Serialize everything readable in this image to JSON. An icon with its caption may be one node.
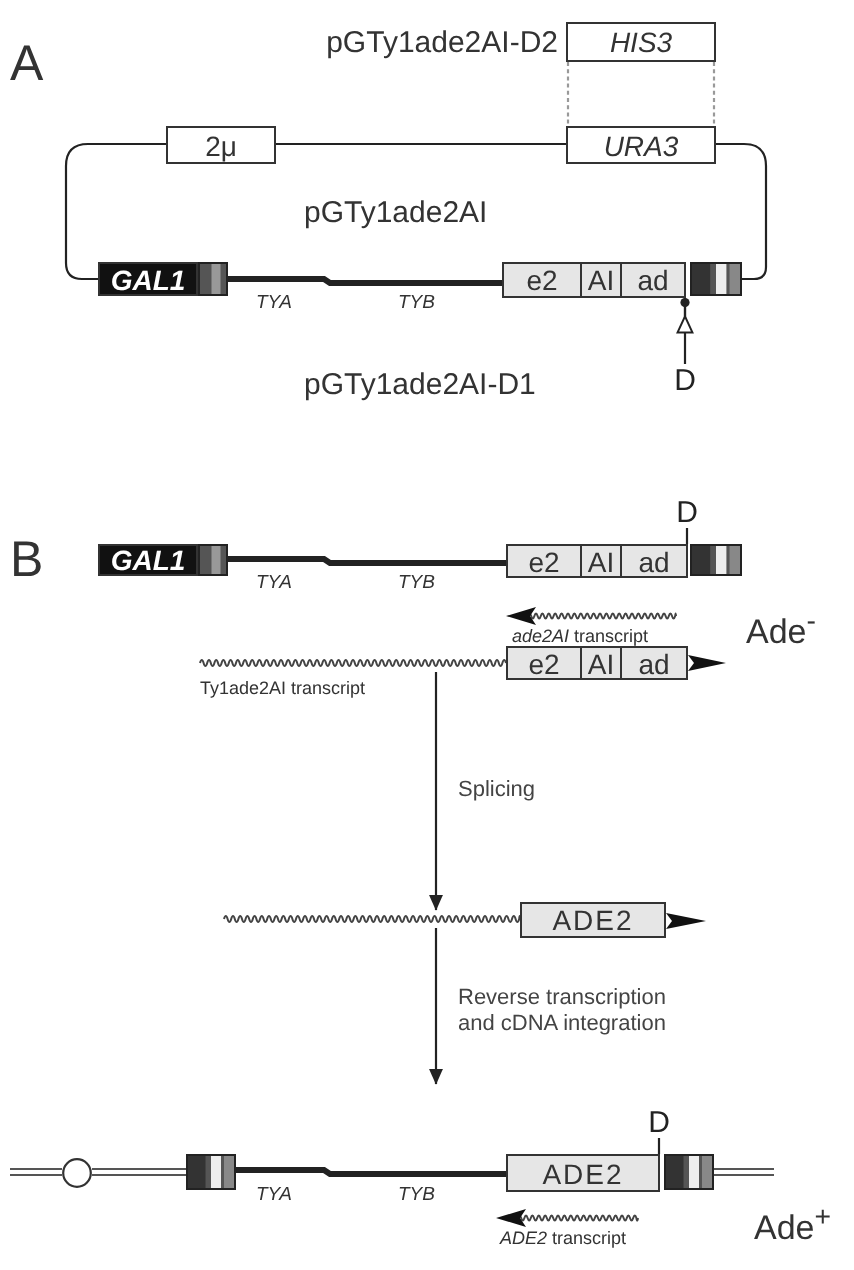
{
  "diagram": {
    "nodes": [
      {
        "text": [
          "HIS3"
        ]
      },
      {
        "text": [
          "2μ"
        ]
      },
      {
        "text": [
          "URA3"
        ]
      },
      {
        "text": [
          "GAL1"
        ]
      },
      {
        "text": [],
        "shape": "box"
      },
      {
        "text": [
          "e2"
        ]
      },
      {
        "text": [
          "AI"
        ]
      },
      {
        "text": [
          "ad"
        ]
      },
      {
        "text": [],
        "shape": "box"
      },
      {
        "text": [
          "D"
        ]
      },
      {
        "text": [
          "D"
        ]
      },
      {
        "text": [
          "GAL1"
        ]
      },
      {
        "text": [],
        "shape": "box"
      },
      {
        "text": [
          "e2"
        ]
      },
      {
        "text": [
          "AI"
        ]
      },
      {
        "text": [
          "ad"
        ]
      },
      {
        "text": [],
        "shape": "box"
      },
      {
        "text": [],
        "shape": "wave",
        "beside": [
          "Ty1ade2AI transcript"
        ]
      },
      {
        "text": [
          "e2"
        ]
      },
      {
        "text": [
          "AI"
        ]
      },
      {
        "text": [
          "ad"
        ]
      },
      {
        "text": [],
        "shape": "wave"
      },
      {
        "text": [
          "ADE2"
        ]
      },
      {
        "text": [
          "D"
        ]
      },
      {
        "text": [],
        "shape": "circle"
      },
      {
        "text": [],
        "shape": "box"
      },
      {
        "text": [
          "ADE2"
        ]
      },
      {
        "text": [],
        "shape": "box"
      }
    ],
    "edges": [
      {
        "from": 0,
        "to": 2,
        "arrow": "none",
        "style": "dashed",
        "color": "#999999"
      },
      {
        "from": 0,
        "to": 2,
        "arrow": "none",
        "style": "dashed",
        "color": "#999999"
      },
      {
        "from": 1,
        "to": 2,
        "arrow": "none"
      },
      {
        "from": 1,
        "to": 3,
        "arrow": "none"
      },
      {
        "from": 2,
        "to": 8,
        "arrow": "none"
      },
      {
        "from": 4,
        "to": 5,
        "arrow": "none",
        "style": "thick"
      },
      {
        "from": 9,
        "to": 7,
        "arrow": "to"
      },
      {
        "from": 10,
        "to": 15,
        "arrow": "none"
      },
      {
        "from": 12,
        "to": 13,
        "arrow": "none",
        "style": "thick"
      },
      {
        "from": 17,
        "to": 21,
        "arrow": "to",
        "label": "Splicing"
      },
      {
        "from": 21,
        "to": null,
        "arrow": "to",
        "label": "Reverse transcription and cDNA integration"
      },
      {
        "from": 23,
        "to": 26,
        "arrow": "none"
      },
      {
        "from": null,
        "to": 24,
        "arrow": "none"
      },
      {
        "from": 24,
        "to": 25,
        "arrow": "none"
      },
      {
        "from": 25,
        "to": 26,
        "arrow": "none",
        "style": "thick"
      },
      {
        "from": 27,
        "to": null,
        "arrow": "none"
      }
    ],
    "labels": [
      "A",
      "pGTy1ade2AI-D2",
      "pGTy1ade2AI",
      "TYA",
      "TYB",
      "pGTy1ade2AI-D1",
      "B",
      "TYA",
      "TYB",
      "*ade2AI* transcript",
      "Ade$^{-}$",
      "TYA",
      "TYB",
      "*ADE2* transcript",
      "Ade$^{+}$"
    ]
  }
}
